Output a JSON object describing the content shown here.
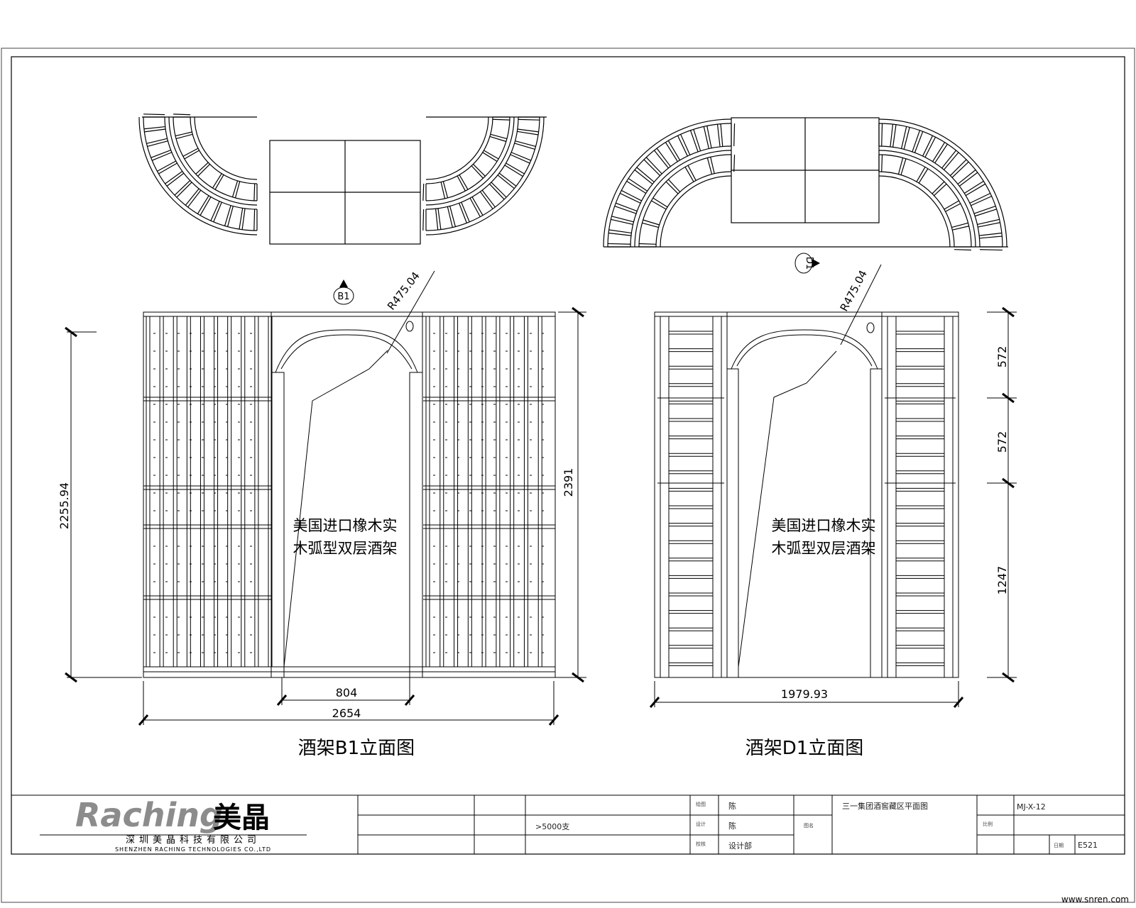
{
  "views": {
    "b1": {
      "marker": "B1",
      "radius": "R475.04",
      "note_line1": "美国进口橡木实",
      "note_line2": "木弧型双层酒架",
      "dim_height_left": "2255.94",
      "dim_height_right": "2391",
      "dim_opening": "804",
      "dim_width": "2654",
      "caption": "酒架B1立面图"
    },
    "d1": {
      "marker": "D1",
      "radius": "R475.04",
      "note_line1": "美国进口橡木实",
      "note_line2": "木弧型双层酒架",
      "dim_seg1": "572",
      "dim_seg2": "572",
      "dim_seg3": "1247",
      "dim_width": "1979.93",
      "caption": "酒架D1立面图"
    }
  },
  "title_block": {
    "logo_text": "Raching",
    "logo_cn": "美晶",
    "company_cn": "深圳美晶科技有限公司",
    "company_en": "SHENZHEN RACHING TECHNOLOGIES CO.,LTD",
    "capacity": ">5000支",
    "drawn_by": "陈",
    "designed_by": "陈",
    "checked_by": "设计部",
    "project_name": "三一集团酒窖藏区平面图",
    "drawing_no": "MJ-X-12",
    "page": "E521",
    "label_drawn": "绘图",
    "label_design": "设计",
    "label_check": "校核",
    "label_title": "图名",
    "label_scale": "比例",
    "label_date": "日期"
  },
  "watermark": "www.snren.com"
}
